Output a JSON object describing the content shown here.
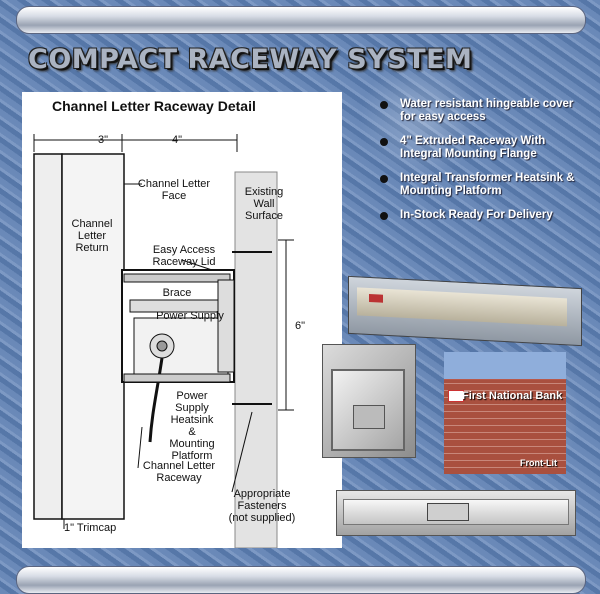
{
  "header": {
    "title": "COMPACT RACEWAY SYSTEM"
  },
  "diagram": {
    "title": "Channel Letter Raceway Detail",
    "dim_width_1": "3\"",
    "dim_width_2": "4\"",
    "dim_height": "6\"",
    "labels": {
      "face_line1": "Channel Letter",
      "face_line2": "Face",
      "return_line1": "Channel",
      "return_line2": "Letter",
      "return_line3": "Return",
      "wall_line1": "Existing",
      "wall_line2": "Wall",
      "wall_line3": "Surface",
      "lid_line1": "Easy Access",
      "lid_line2": "Raceway Lid",
      "brace": "Brace",
      "power_supply": "Power Supply",
      "heatsink_line1": "Power",
      "heatsink_line2": "Supply",
      "heatsink_line3": "Heatsink",
      "heatsink_line4": "&",
      "heatsink_line5": "Mounting",
      "heatsink_line6": "Platform",
      "raceway_line1": "Channel Letter",
      "raceway_line2": "Raceway",
      "fasteners_line1": "Appropriate",
      "fasteners_line2": "Fasteners",
      "fasteners_line3": "(not supplied)",
      "trimcap": "1\" Trimcap"
    }
  },
  "features": [
    "Water resistant hingeable cover for easy access",
    "4\" Extruded Raceway With Integral Mounting Flange",
    "Integral Transformer Heatsink & Mounting Platform",
    "In-Stock Ready For Delivery"
  ],
  "photos": {
    "sign_text": "First National Bank",
    "sign_caption": "Front-Lit"
  }
}
